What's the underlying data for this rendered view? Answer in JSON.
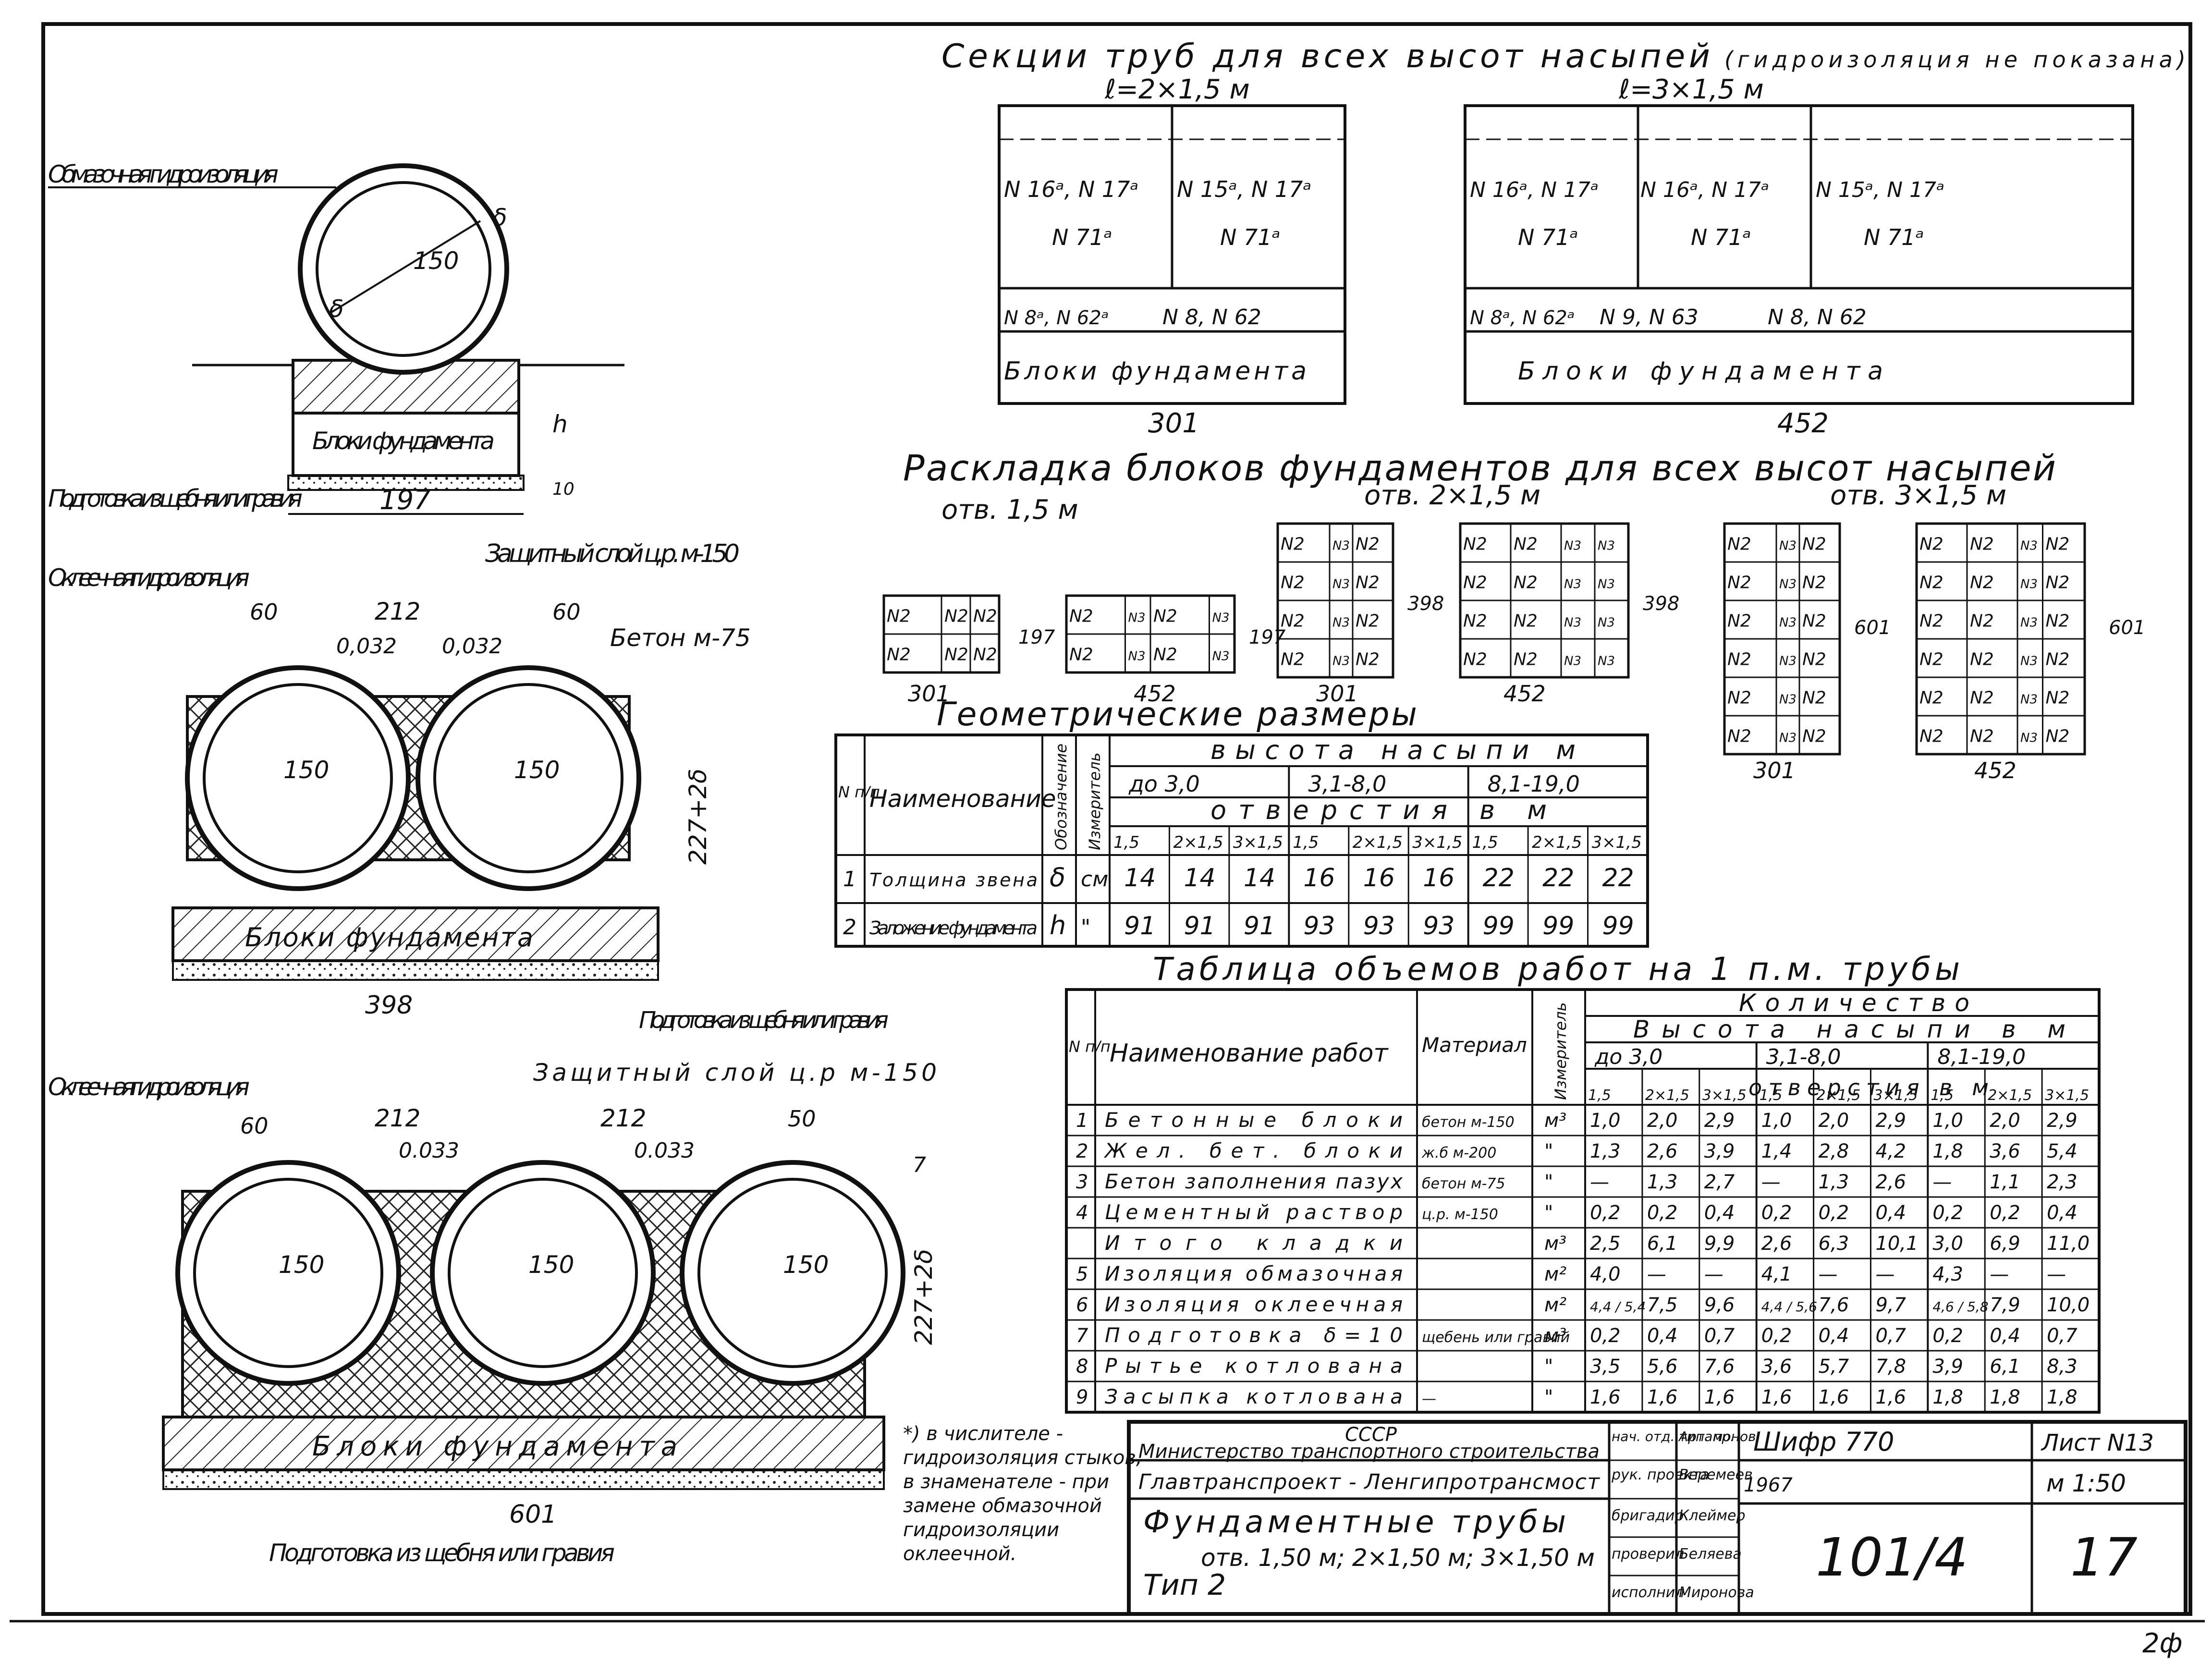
{
  "drawing": {
    "title_sections": "Секции труб для всех высот насыпей",
    "title_sections_note": "(гидроизоляция не показана)",
    "section_a_label": "ℓ=2×1,5 м",
    "section_b_label": "ℓ=3×1,5 м",
    "section_a_cells": [
      "N 16ᵃ, N 17ᵃ",
      "N 15ᵃ, N 17ᵃ",
      "N 71ᵃ",
      "N 71ᵃ"
    ],
    "section_a_bottom": [
      "N 8ᵃ, N 62ᵃ",
      "N 8, N 62"
    ],
    "section_b_cells": [
      "N 16ᵃ, N 17ᵃ",
      "N 16ᵃ, N 17ᵃ",
      "N 15ᵃ, N 17ᵃ",
      "N 71ᵃ",
      "N 71ᵃ",
      "N 71ᵃ"
    ],
    "section_b_bottom": [
      "N 8ᵃ, N 62ᵃ",
      "N 9, N 63",
      "N 8, N 62"
    ],
    "foundation_blocks": "Блоки фундамента",
    "dim_301": "301",
    "dim_452": "452",
    "title_layout": "Раскладка блоков фундаментов для всех высот насыпей",
    "otv_1": "отв. 1,5 м",
    "otv_2": "отв. 2×1,5 м",
    "otv_3": "отв. 3×1,5 м",
    "dim_197": "197",
    "dim_398": "398",
    "dim_601": "601",
    "block_n2": "N2",
    "block_n3": "N3"
  },
  "left": {
    "coating_iso": "Обмазочная гидроизоляция",
    "d150": "150",
    "delta": "δ",
    "blocks": "Блоки фундамента",
    "h": "h",
    "dim_10": "10",
    "dim_197": "197",
    "prep": "Подготовка из щебня или гравия",
    "protective_layer": "Защитный слой ц.р. м-150",
    "pasted_iso": "Оклеечная гидроизоляция",
    "d60": "60",
    "d212": "212",
    "slope1": "0,032",
    "concrete": "Бетон м-75",
    "dim_227": "227+2δ",
    "dim_398": "398",
    "prep2": "Подготовка из щебня или гравия",
    "pasted_iso3": "Оклеечная гидроизоляция",
    "protective_layer3": "Защитный слой ц.р м-150",
    "slope3": "0.033",
    "dim_601": "601",
    "d50": "50",
    "d7": "7",
    "prep3": "Подготовка из щебня или гравия"
  },
  "footnote": "*) в числителе - гидроизоляция стыков, в знаменателе - при замене обмазочной гидроизоляции оклеечной.",
  "geom_table": {
    "title": "Геометрические размеры",
    "h_num": "N п/п",
    "h_name": "Наименование",
    "h_des": "Обозначение",
    "h_unit": "Измеритель",
    "h_height": "высота насыпи м",
    "groups": [
      "до 3,0",
      "3,1-8,0",
      "8,1-19,0"
    ],
    "h_otv": "отверстия в м",
    "subcols": [
      "1,5",
      "2×1,5",
      "3×1,5",
      "1,5",
      "2×1,5",
      "3×1,5",
      "1,5",
      "2×1,5",
      "3×1,5"
    ],
    "rows": [
      {
        "n": "1",
        "name": "Толщина звена",
        "des": "δ",
        "unit": "см",
        "vals": [
          "14",
          "14",
          "14",
          "16",
          "16",
          "16",
          "22",
          "22",
          "22"
        ]
      },
      {
        "n": "2",
        "name": "Заложение фундамента",
        "des": "h",
        "unit": "\"",
        "vals": [
          "91",
          "91",
          "91",
          "93",
          "93",
          "93",
          "99",
          "99",
          "99"
        ]
      }
    ]
  },
  "vol_table": {
    "title": "Таблица объемов работ на 1 п.м. трубы",
    "h_num": "N п/п",
    "h_name": "Наименование работ",
    "h_mat": "Материал",
    "h_unit": "Измеритель",
    "h_qty": "Количество",
    "h_height": "Высота насыпи в м",
    "groups": [
      "до 3,0",
      "3,1-8,0",
      "8,1-19,0"
    ],
    "h_otv": "отверстия в м",
    "subcols": [
      "1,5",
      "2×1,5",
      "3×1,5",
      "1,5",
      "2×1,5",
      "3×1,5",
      "1,5",
      "2×1,5",
      "3×1,5"
    ],
    "rows": [
      {
        "n": "1",
        "name": "Бетонные блоки",
        "mat": "бетон м-150",
        "unit": "м³",
        "vals": [
          "1,0",
          "2,0",
          "2,9",
          "1,0",
          "2,0",
          "2,9",
          "1,0",
          "2,0",
          "2,9"
        ]
      },
      {
        "n": "2",
        "name": "Жел. бет. блоки",
        "mat": "ж.б м-200",
        "unit": "\"",
        "vals": [
          "1,3",
          "2,6",
          "3,9",
          "1,4",
          "2,8",
          "4,2",
          "1,8",
          "3,6",
          "5,4"
        ]
      },
      {
        "n": "3",
        "name": "Бетон заполнения пазух",
        "mat": "бетон м-75",
        "unit": "\"",
        "vals": [
          "—",
          "1,3",
          "2,7",
          "—",
          "1,3",
          "2,6",
          "—",
          "1,1",
          "2,3"
        ]
      },
      {
        "n": "4",
        "name": "Цементный раствор",
        "mat": "ц.р. м-150",
        "unit": "\"",
        "vals": [
          "0,2",
          "0,2",
          "0,4",
          "0,2",
          "0,2",
          "0,4",
          "0,2",
          "0,2",
          "0,4"
        ]
      },
      {
        "n": "",
        "name": "Итого кладки",
        "mat": "",
        "unit": "м³",
        "vals": [
          "2,5",
          "6,1",
          "9,9",
          "2,6",
          "6,3",
          "10,1",
          "3,0",
          "6,9",
          "11,0"
        ]
      },
      {
        "n": "5",
        "name": "Изоляция обмазочная",
        "mat": "",
        "unit": "м²",
        "vals": [
          "4,0",
          "—",
          "—",
          "4,1",
          "—",
          "—",
          "4,3",
          "—",
          "—"
        ]
      },
      {
        "n": "6",
        "name": "Изоляция оклеечная",
        "mat": "",
        "unit": "м²",
        "vals": [
          "4,4 / 5,4",
          "7,5",
          "9,6",
          "4,4 / 5,6",
          "7,6",
          "9,7",
          "4,6 / 5,8",
          "7,9",
          "10,0"
        ]
      },
      {
        "n": "7",
        "name": "Подготовка δ=10",
        "mat": "щебень или гравий",
        "unit": "м³",
        "vals": [
          "0,2",
          "0,4",
          "0,7",
          "0,2",
          "0,4",
          "0,7",
          "0,2",
          "0,4",
          "0,7"
        ]
      },
      {
        "n": "8",
        "name": "Рытье котлована",
        "mat": "",
        "unit": "\"",
        "vals": [
          "3,5",
          "5,6",
          "7,6",
          "3,6",
          "5,7",
          "7,8",
          "3,9",
          "6,1",
          "8,3"
        ]
      },
      {
        "n": "9",
        "name": "Засыпка котлована",
        "mat": "—",
        "unit": "\"",
        "vals": [
          "1,6",
          "1,6",
          "1,6",
          "1,6",
          "1,6",
          "1,6",
          "1,8",
          "1,8",
          "1,8"
        ]
      }
    ]
  },
  "stamp": {
    "org1": "СССР",
    "org2": "Министерство транспортного строительства",
    "org3": "Главтранспроект - Ленгипротрансмост",
    "title1": "Фундаментные трубы",
    "title2": "отв. 1,50 м; 2×1,50 м; 3×1,50 м",
    "title3": "Тип 2",
    "roles": [
      "нач. отд. тип. пр.",
      "рук. проекта",
      "бригадир",
      "проверил",
      "исполнил"
    ],
    "names": [
      "Артамонов",
      "Веремеев",
      "Клеймер",
      "Беляева",
      "Миронова"
    ],
    "code_label": "Шифр 770",
    "sheet_label": "Лист N13",
    "year": "1967",
    "scale": "м 1:50",
    "number": "101/4",
    "sheet_no": "17",
    "corner": "2ф"
  }
}
